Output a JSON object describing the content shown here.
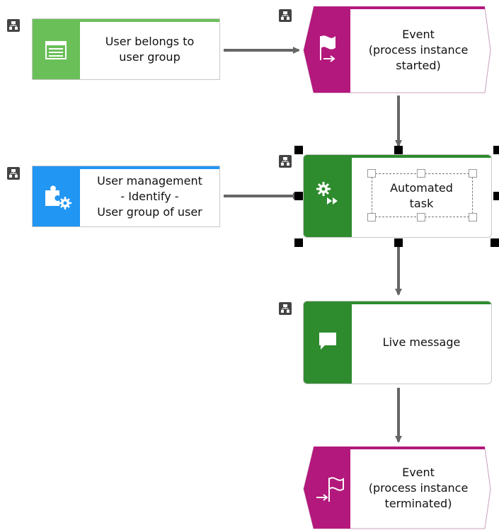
{
  "nodes": {
    "user_belongs": {
      "label": "User belongs to\nuser group",
      "color": "#6bbf59"
    },
    "event_started": {
      "label": "Event\n(process instance\nstarted)",
      "color": "#b3187c"
    },
    "user_mgmt": {
      "label": "User management\n- Identify -\nUser group of user",
      "color": "#2196f3"
    },
    "automated_task": {
      "label": "Automated\ntask",
      "color": "#2e8b2e"
    },
    "live_message": {
      "label": "Live message",
      "color": "#2e8b2e"
    },
    "event_terminated": {
      "label": "Event\n(process instance\nterminated)",
      "color": "#b3187c"
    }
  },
  "edge_color": "#666666",
  "selection_color": "#000000"
}
